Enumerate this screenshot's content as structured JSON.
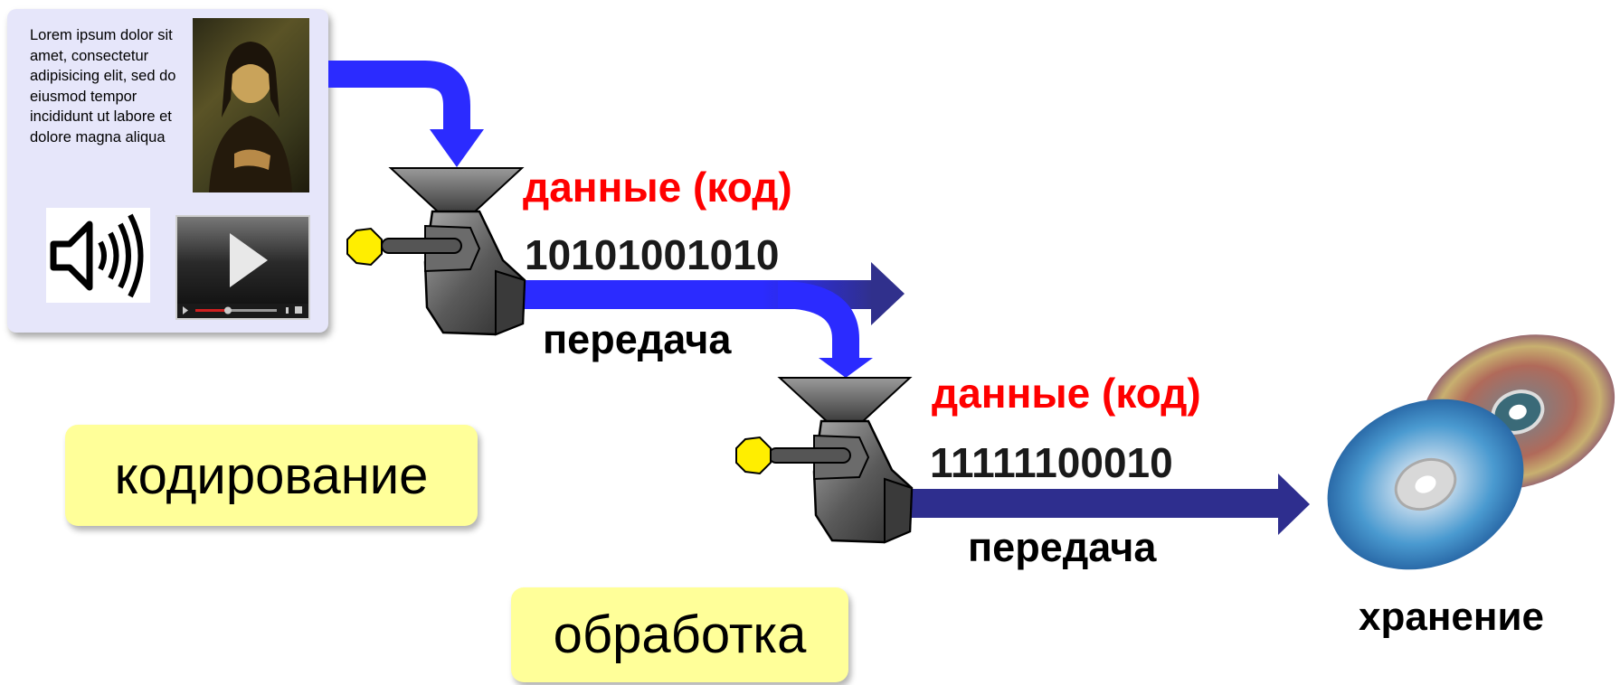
{
  "source": {
    "text": "Lorem ipsum dolor sit amet, consectetur adipisicing elit, sed do eiusmod tempor incididunt ut labore et dolore magna aliqua",
    "painting_icon": "mona-lisa-painting",
    "sound_icon": "speaker-icon",
    "video_icon": "video-player-icon"
  },
  "stage1": {
    "data_label": "данные (код)",
    "code": "10101001010",
    "transfer_label": "передача"
  },
  "stage2": {
    "data_label": "данные (код)",
    "code": "11111100010",
    "transfer_label": "передача"
  },
  "callouts": {
    "encoding": "кодирование",
    "processing": "обработка"
  },
  "storage": {
    "label": "хранение",
    "icon": "optical-discs"
  },
  "colors": {
    "arrow_bright": "#2b2bff",
    "arrow_dark": "#2e2e8e",
    "red_text": "#ff0000",
    "callout_fill": "#ffff99",
    "card_fill": "#e6e6fa",
    "handle_knob": "#ffee00"
  }
}
